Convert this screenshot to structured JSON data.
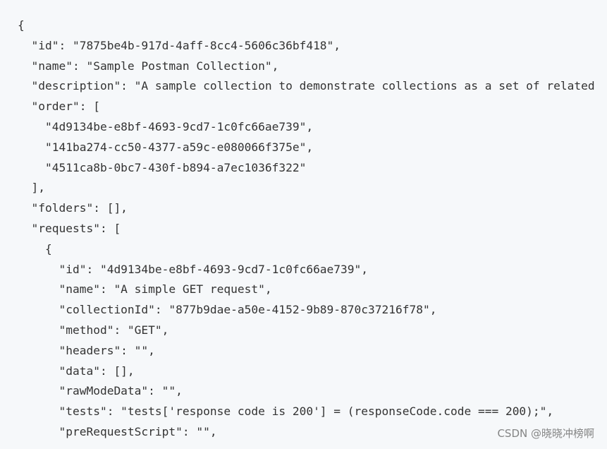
{
  "code": {
    "lines": [
      "{",
      "  \"id\": \"7875be4b-917d-4aff-8cc4-5606c36bf418\",",
      "  \"name\": \"Sample Postman Collection\",",
      "  \"description\": \"A sample collection to demonstrate collections as a set of related",
      "  \"order\": [",
      "    \"4d9134be-e8bf-4693-9cd7-1c0fc66ae739\",",
      "    \"141ba274-cc50-4377-a59c-e080066f375e\",",
      "    \"4511ca8b-0bc7-430f-b894-a7ec1036f322\"",
      "  ],",
      "  \"folders\": [],",
      "  \"requests\": [",
      "    {",
      "      \"id\": \"4d9134be-e8bf-4693-9cd7-1c0fc66ae739\",",
      "      \"name\": \"A simple GET request\",",
      "      \"collectionId\": \"877b9dae-a50e-4152-9b89-870c37216f78\",",
      "      \"method\": \"GET\",",
      "      \"headers\": \"\",",
      "      \"data\": [],",
      "      \"rawModeData\": \"\",",
      "      \"tests\": \"tests['response code is 200'] = (responseCode.code === 200);\",",
      "      \"preRequestScript\": \"\","
    ]
  },
  "watermark": {
    "text": "CSDN @晓晓冲榜啊"
  }
}
